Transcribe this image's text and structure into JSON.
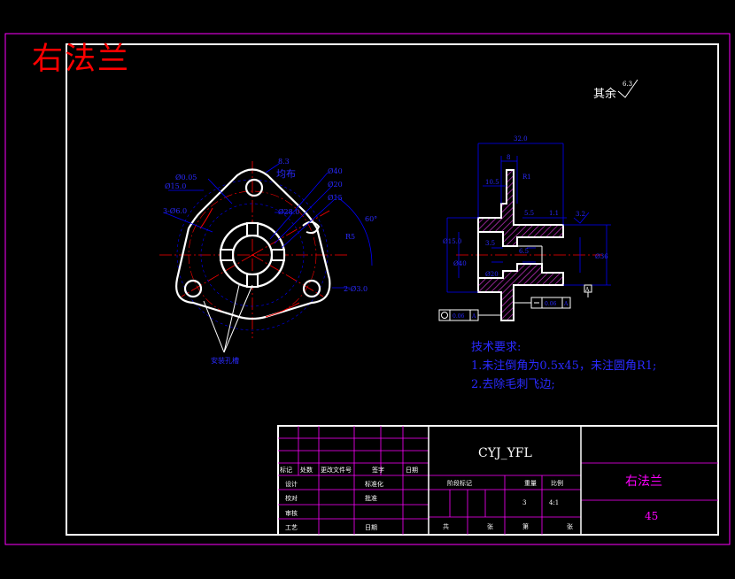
{
  "header": {
    "part_name_large": "右法兰"
  },
  "surface_finish": {
    "label": "其余",
    "value": "6.3"
  },
  "tech_requirements": {
    "title": "技术要求:",
    "line1": "1.未注倒角为0.5x45，未注圆角R1;",
    "line2": "2.去除毛刺飞边;"
  },
  "front_view": {
    "callout_uniform": "均布",
    "callout_pcd": "Ø28.0",
    "callout_holes": "3-Ø6.0",
    "callout_r": "R5",
    "callout_d40": "Ø40",
    "callout_d20": "Ø20",
    "callout_d15": "Ø15",
    "callout_angle": "60°",
    "callout_bottom": "2-Ø3.0",
    "callout_section": "安装孔槽",
    "callout_small1": "Ø0.05",
    "callout_small2": "Ø15.0",
    "callout_small3": "8.3"
  },
  "side_view": {
    "dim_top": "32.0",
    "dim_8": "8",
    "dim_10": "10.5",
    "dim_r1": "R1",
    "dim_h1": "5.5",
    "dim_h2": "1.1",
    "dim_h3": "6.5",
    "dim_h4": "3.5",
    "dim_right": "Ø36",
    "dim_left1": "Ø15.0",
    "dim_left2": "Ø40",
    "dim_left3": "Ø20",
    "tol_left": "0.06",
    "tol_left_ref": "A",
    "tol_right": "0.06",
    "tol_right_ref": "A",
    "datum": "A",
    "finish": "3.2"
  },
  "title_block": {
    "drawing_code": "CYJ_YFL",
    "part_name": "右法兰",
    "material": "45",
    "row_labels": [
      "标记",
      "处数",
      "更改文件号",
      "签字",
      "日期"
    ],
    "left_col": [
      "设计",
      "校对",
      "审核",
      "工艺"
    ],
    "mid_col": [
      "标准化",
      "批准",
      "日期"
    ],
    "stage_headers": [
      "阶段标记",
      "重量",
      "比例"
    ],
    "weight": "3",
    "scale": "4:1",
    "sheet": [
      "共",
      "张",
      "第",
      "张"
    ]
  },
  "colors": {
    "frame": "#ffffff",
    "outer_frame": "#ff00ff",
    "dimension": "#0000ff",
    "center_line": "#ff0000",
    "text_blue": "#2a2aff",
    "hatch": "#cc33cc"
  }
}
